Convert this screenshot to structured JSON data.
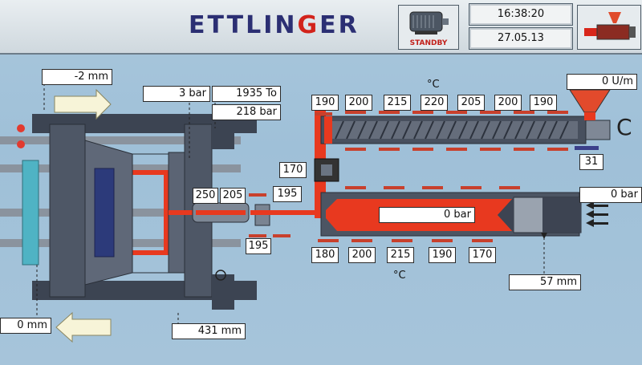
{
  "header": {
    "logo_text_1": "ETTLIN",
    "logo_text_2": "G",
    "logo_text_3": "ER",
    "standby_label": "STANDBY",
    "time": "16:38:20",
    "date": "27.05.13"
  },
  "clamp": {
    "mold_position": "-2 mm",
    "ejector_position": "0 mm",
    "clamp_pressure": "3 bar",
    "clamp_force": "1935 To",
    "hydraulic_pressure": "218 bar",
    "mold_height": "431 mm"
  },
  "nozzle": {
    "temp_1": "250",
    "temp_2": "205",
    "temp_3": "195",
    "temp_4": "195"
  },
  "plasticizing": {
    "unit_label": "°C",
    "zones": [
      "190",
      "200",
      "215",
      "220",
      "205",
      "200",
      "190"
    ],
    "feed_temp": "170",
    "screw_speed": "0 U/m",
    "hopper_value": "31",
    "rotation_symbol": "C"
  },
  "injection": {
    "unit_label": "°C",
    "zones": [
      "180",
      "200",
      "215",
      "190",
      "170"
    ],
    "injection_pressure": "0 bar",
    "back_pressure": "0 bar",
    "screw_position": "57 mm"
  },
  "colors": {
    "background": "#a6c4da",
    "melt_red": "#e8391f",
    "machine_dark": "#3a4250",
    "machine_mid": "#5d6675",
    "heater_red": "#c8402c"
  }
}
